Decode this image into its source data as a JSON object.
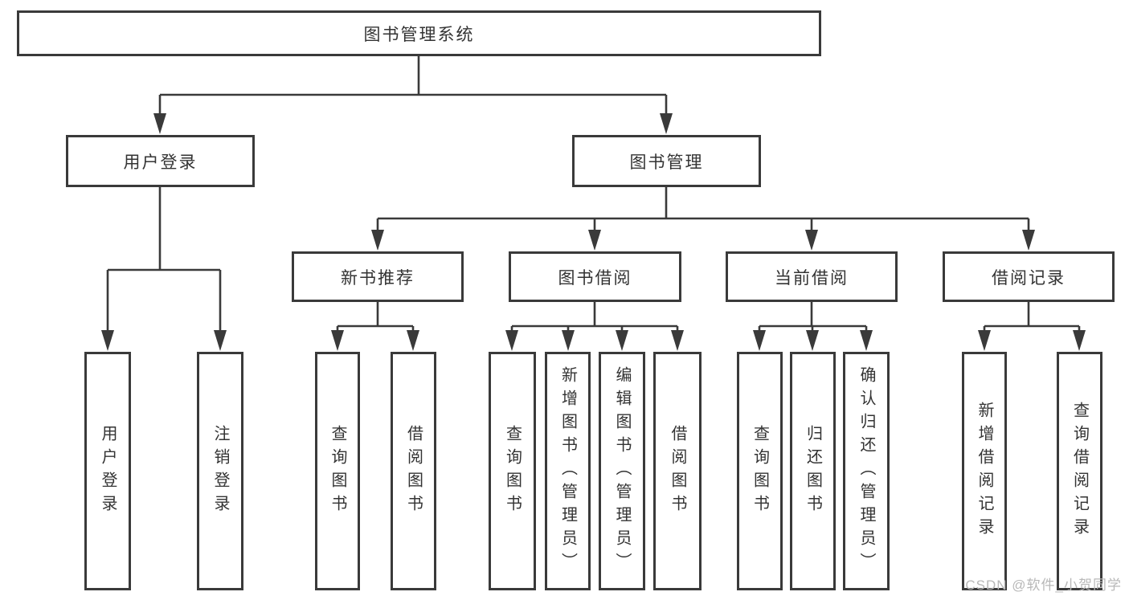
{
  "diagram": {
    "root": {
      "label": "图书管理系统"
    },
    "level2": [
      {
        "label": "用户登录"
      },
      {
        "label": "图书管理"
      }
    ],
    "level3": [
      {
        "label": "新书推荐"
      },
      {
        "label": "图书借阅"
      },
      {
        "label": "当前借阅"
      },
      {
        "label": "借阅记录"
      }
    ],
    "leaves": {
      "user_login": [
        "用户登录",
        "注销登录"
      ],
      "new_book_recommend": [
        "查询图书",
        "借阅图书"
      ],
      "book_borrow": [
        "查询图书",
        "新增图书（管理员）",
        "编辑图书（管理员）",
        "借阅图书"
      ],
      "current_borrow": [
        "查询图书",
        "归还图书",
        "确认归还（管理员）"
      ],
      "borrow_record": [
        "新增借阅记录",
        "查询借阅记录"
      ]
    },
    "watermark": "CSDN @软件_小贺同学",
    "colors": {
      "line": "#3a3a3a",
      "text": "#333333",
      "watermark": "#b8b8b8",
      "background": "#ffffff"
    }
  }
}
